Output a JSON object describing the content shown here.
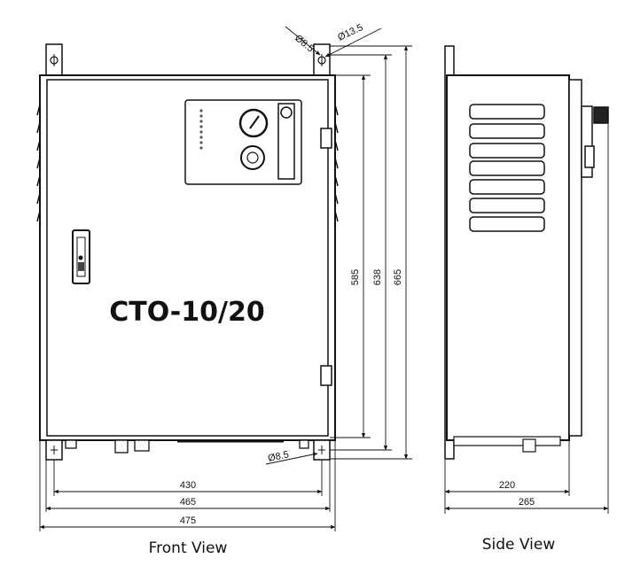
{
  "front_view": {
    "model_label": "CTO-10/20",
    "caption": "Front View",
    "dimensions": {
      "width_inner": "430",
      "width_mid": "465",
      "width_outer": "475",
      "height_inner": "585",
      "height_mid": "638",
      "height_outer": "665",
      "hole_top_small": "Ø8.5",
      "hole_top_large": "Ø13.5",
      "hole_bottom": "Ø8.5"
    }
  },
  "side_view": {
    "caption": "Side View",
    "dimensions": {
      "depth_inner": "220",
      "depth_outer": "265"
    }
  }
}
